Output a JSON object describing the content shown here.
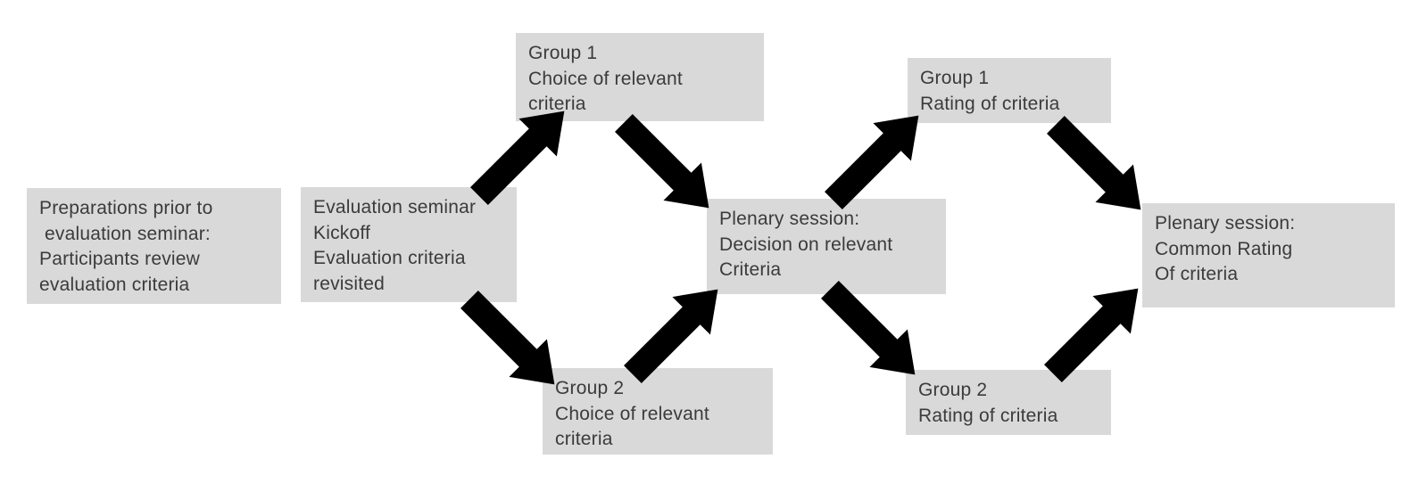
{
  "diagram": {
    "colors": {
      "background": "#ffffff",
      "box_fill": "#d9d9d9",
      "text_color": "#3b3b3b",
      "arrow_fill": "#757171",
      "arrow_stroke": "#6f3f3f"
    },
    "nodes": [
      {
        "id": "preparations",
        "text": "Preparations prior to\n evaluation seminar:\nParticipants review\nevaluation criteria"
      },
      {
        "id": "kickoff",
        "text": "Evaluation seminar\nKickoff\nEvaluation criteria\nrevisited"
      },
      {
        "id": "group1-choice",
        "text": "Group 1\nChoice of relevant\ncriteria"
      },
      {
        "id": "group2-choice",
        "text": "Group 2\nChoice of relevant\ncriteria"
      },
      {
        "id": "plenary-decision",
        "text": "Plenary session:\nDecision on relevant\nCriteria"
      },
      {
        "id": "group1-rating",
        "text": "Group 1\nRating of criteria"
      },
      {
        "id": "group2-rating",
        "text": "Group 2\nRating of criteria"
      },
      {
        "id": "plenary-rating",
        "text": "Plenary session:\nCommon Rating\nOf criteria"
      }
    ],
    "arrows": [
      {
        "from": "kickoff",
        "to": "group1-choice",
        "direction": "up-right"
      },
      {
        "from": "group1-choice",
        "to": "plenary-decision",
        "direction": "down-right"
      },
      {
        "from": "kickoff",
        "to": "group2-choice",
        "direction": "down-right"
      },
      {
        "from": "group2-choice",
        "to": "plenary-decision",
        "direction": "up-right"
      },
      {
        "from": "plenary-decision",
        "to": "group1-rating",
        "direction": "up-right"
      },
      {
        "from": "group1-rating",
        "to": "plenary-rating",
        "direction": "down-right"
      },
      {
        "from": "plenary-decision",
        "to": "group2-rating",
        "direction": "down-right"
      },
      {
        "from": "group2-rating",
        "to": "plenary-rating",
        "direction": "up-right"
      }
    ]
  }
}
